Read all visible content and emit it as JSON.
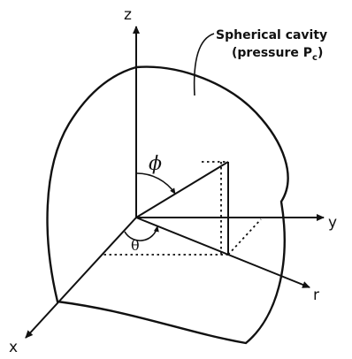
{
  "axes": {
    "z": "z",
    "y": "y",
    "x": "x",
    "r": "r"
  },
  "angles": {
    "phi": "ϕ",
    "theta": "θ"
  },
  "annotation": {
    "line1": "Spherical cavity",
    "line2": "(pressure P",
    "sub": "c",
    "close": ")"
  }
}
